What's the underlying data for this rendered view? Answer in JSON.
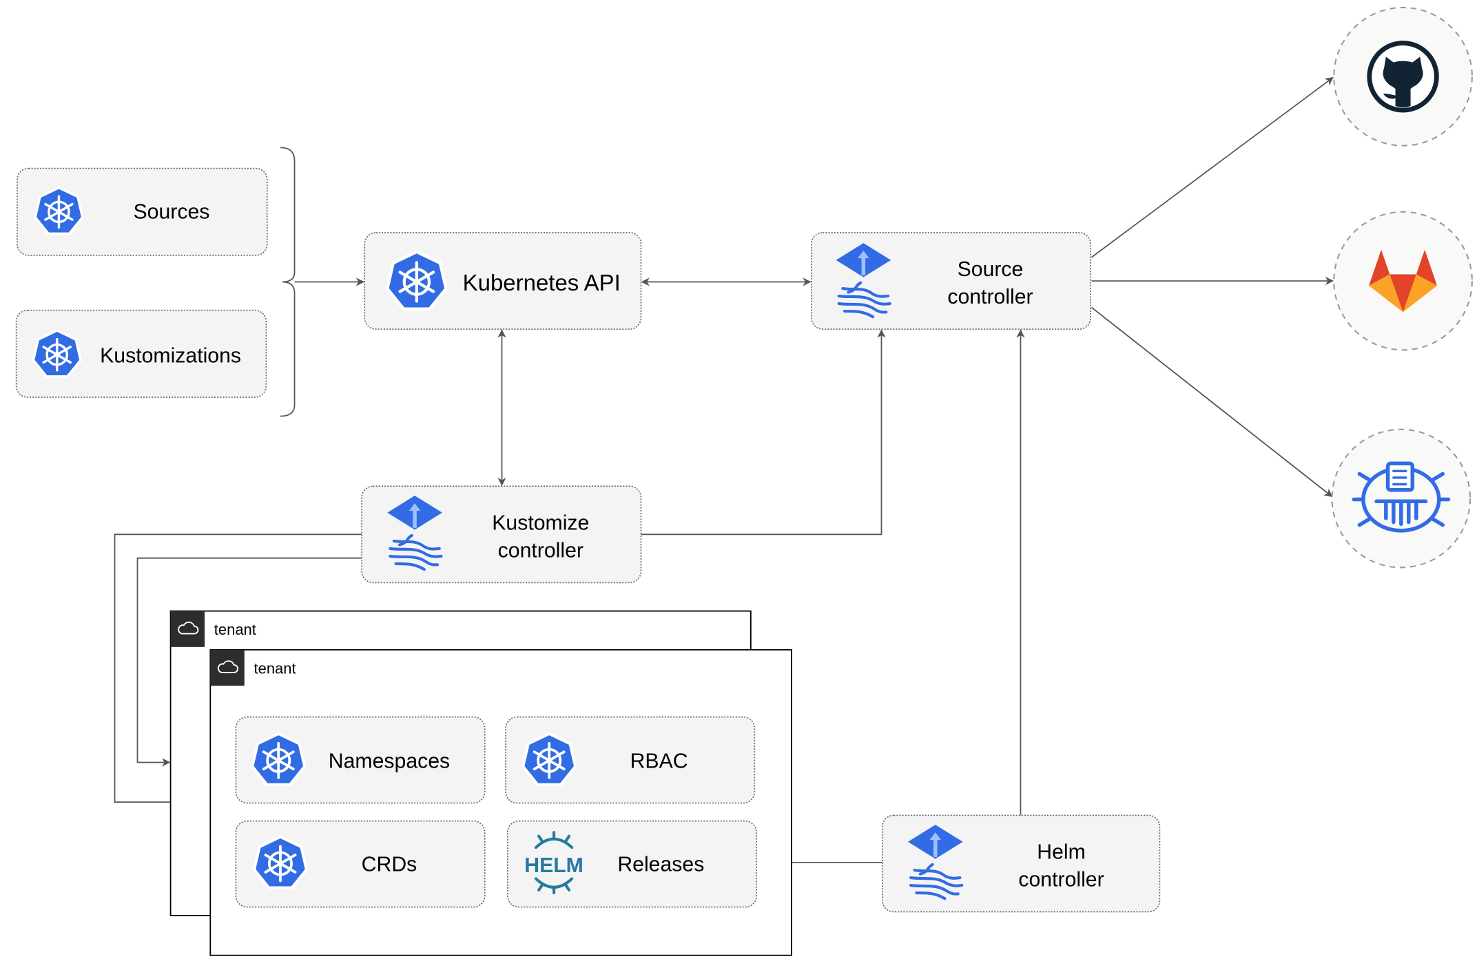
{
  "resources": {
    "sources": "Sources",
    "kustomizations": "Kustomizations"
  },
  "nodes": {
    "kubernetes_api": "Kubernetes API",
    "source_controller": [
      "Source",
      "controller"
    ],
    "kustomize_controller": [
      "Kustomize",
      "controller"
    ],
    "helm_controller": [
      "Helm",
      "controller"
    ]
  },
  "tenants": [
    {
      "label": "tenant"
    },
    {
      "label": "tenant"
    }
  ],
  "tenant_items": {
    "namespaces": "Namespaces",
    "rbac": "RBAC",
    "crds": "CRDs",
    "releases": "Releases",
    "helm_logo": "HELM"
  },
  "external_sources": [
    "github-icon",
    "gitlab-icon",
    "bucket-icon"
  ],
  "colors": {
    "kubernetes_blue": "#326ce5",
    "gitlab_orange": "#e24329",
    "github_dark": "#122333",
    "helm_blue": "#277a9f"
  }
}
